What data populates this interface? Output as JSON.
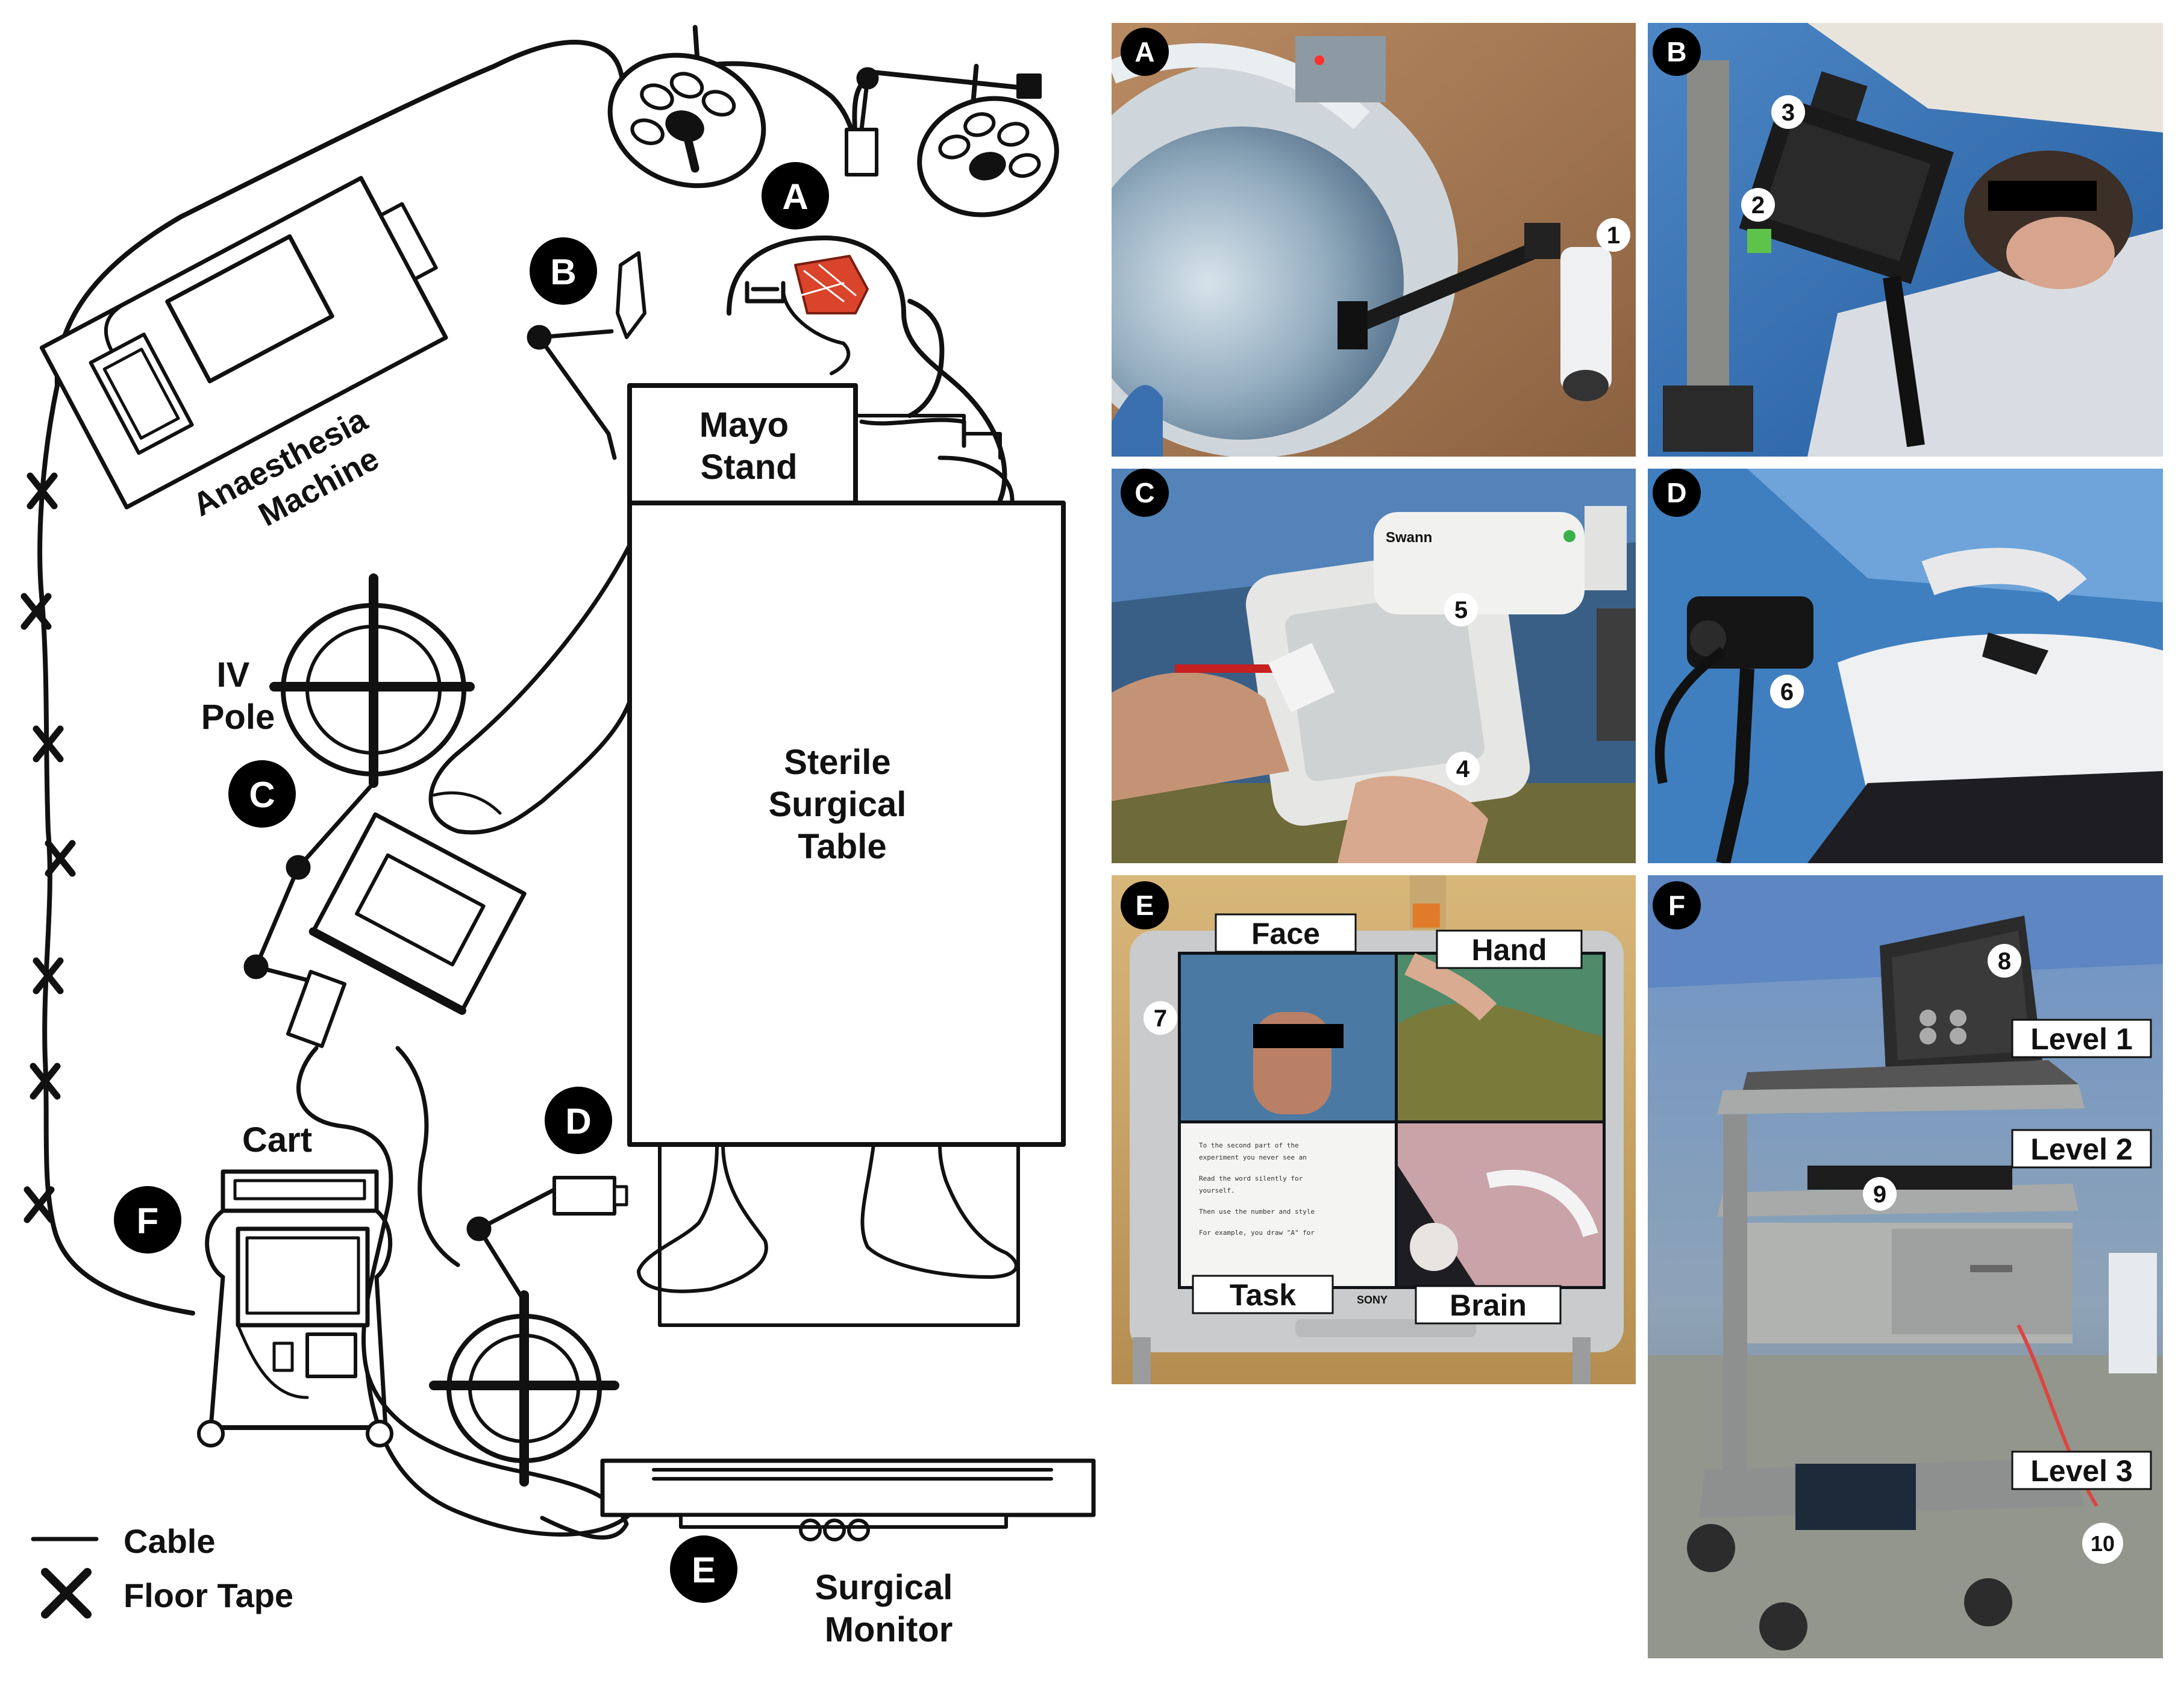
{
  "diagram": {
    "component_labels": {
      "anaesthesia_machine": [
        "Anaesthesia",
        "Machine"
      ],
      "mayo_stand": [
        "Mayo",
        "Stand"
      ],
      "sterile_table": [
        "Sterile",
        "Surgical",
        "Table"
      ],
      "iv_pole": [
        "IV",
        "Pole"
      ],
      "cart": "Cart",
      "surgical_monitor": [
        "Surgical",
        "Monitor"
      ]
    },
    "camera_markers": [
      "A",
      "B",
      "C",
      "D",
      "E",
      "F"
    ],
    "legend": {
      "cable": "Cable",
      "floor_tape": "Floor Tape"
    },
    "colors": {
      "line": "#111111",
      "marker_fill": "#000000",
      "marker_text": "#ffffff",
      "brain_patch": "#d9442b"
    }
  },
  "panels": {
    "A": {
      "letter": "A",
      "numbers": [
        "1"
      ]
    },
    "B": {
      "letter": "B",
      "numbers": [
        "3",
        "2"
      ]
    },
    "C": {
      "letter": "C",
      "numbers": [
        "5",
        "4"
      ],
      "camera_brand": "Swann"
    },
    "D": {
      "letter": "D",
      "numbers": [
        "6"
      ]
    },
    "E": {
      "letter": "E",
      "numbers": [
        "7"
      ],
      "tags": {
        "face": "Face",
        "hand": "Hand",
        "task": "Task",
        "brain": "Brain"
      },
      "monitor_brand": "SONY"
    },
    "F": {
      "letter": "F",
      "numbers": [
        "8",
        "9",
        "10"
      ],
      "levels": [
        "Level 1",
        "Level 2",
        "Level 3"
      ]
    }
  }
}
